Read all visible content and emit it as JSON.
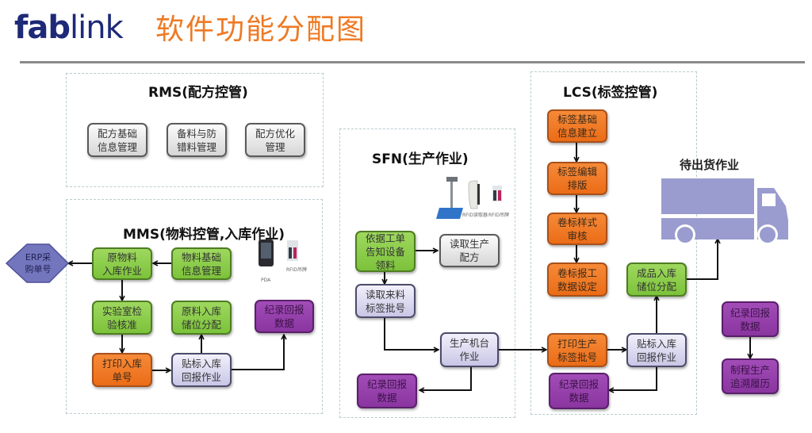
{
  "header": {
    "logo_bold": "fab",
    "logo_light": "link",
    "title": "软件功能分配图"
  },
  "colors": {
    "brand_blue": "#1e2a78",
    "title_orange": "#ee7a24",
    "green": "#8acd4a",
    "orange": "#f07a22",
    "purple": "#9540ab",
    "lavender": "#dcdaf0",
    "gray": "#e6e6e6",
    "truck": "#9a9ccf"
  },
  "rms": {
    "title": "RMS(配方控管)",
    "boxes": [
      "配方基础\n信息管理",
      "备料与防\n错料管理",
      "配方优化\n管理"
    ]
  },
  "mms": {
    "title": "MMS(物料控管,入库作业)",
    "erp": "ERP采\n购单号",
    "boxes": {
      "raw_in": "原物料\n入库作业",
      "material_info": "物料基础\n信息管理",
      "lab_check": "实验室检\n验核准",
      "raw_location": "原料入库\n储位分配",
      "record": "纪录回报\n数据",
      "print_no": "打印入库\n单号",
      "label_report": "贴标入库\n回报作业"
    },
    "devices": [
      "PDA",
      "RFID吊牌"
    ]
  },
  "sfn": {
    "title": "SFN(生产作业)",
    "boxes": {
      "work_order": "依据工单\n告知设备\n领料",
      "read_recipe": "读取生产\n配方",
      "read_label": "读取来料\n标签批号",
      "machine": "生产机台\n作业",
      "record": "纪录回报\n数据"
    },
    "devices": [
      "RFID读取器",
      "RFID吊牌"
    ]
  },
  "lcs": {
    "title": "LCS(标签控管)",
    "boxes": {
      "label_base": "标签基础\n信息建立",
      "label_edit": "标签编辑\n排版",
      "style_review": "卷标样式\n审核",
      "report_setting": "卷标报工\n数据设定",
      "print_batch": "打印生产\n标签批号",
      "record": "纪录回报\n数据",
      "product_location": "成品入库\n储位分配",
      "label_report": "贴标入库\n回报作业"
    }
  },
  "shipping": {
    "title": "待出货作业",
    "record": "纪录回报\n数据",
    "history": "制程生产\n追溯履历"
  }
}
